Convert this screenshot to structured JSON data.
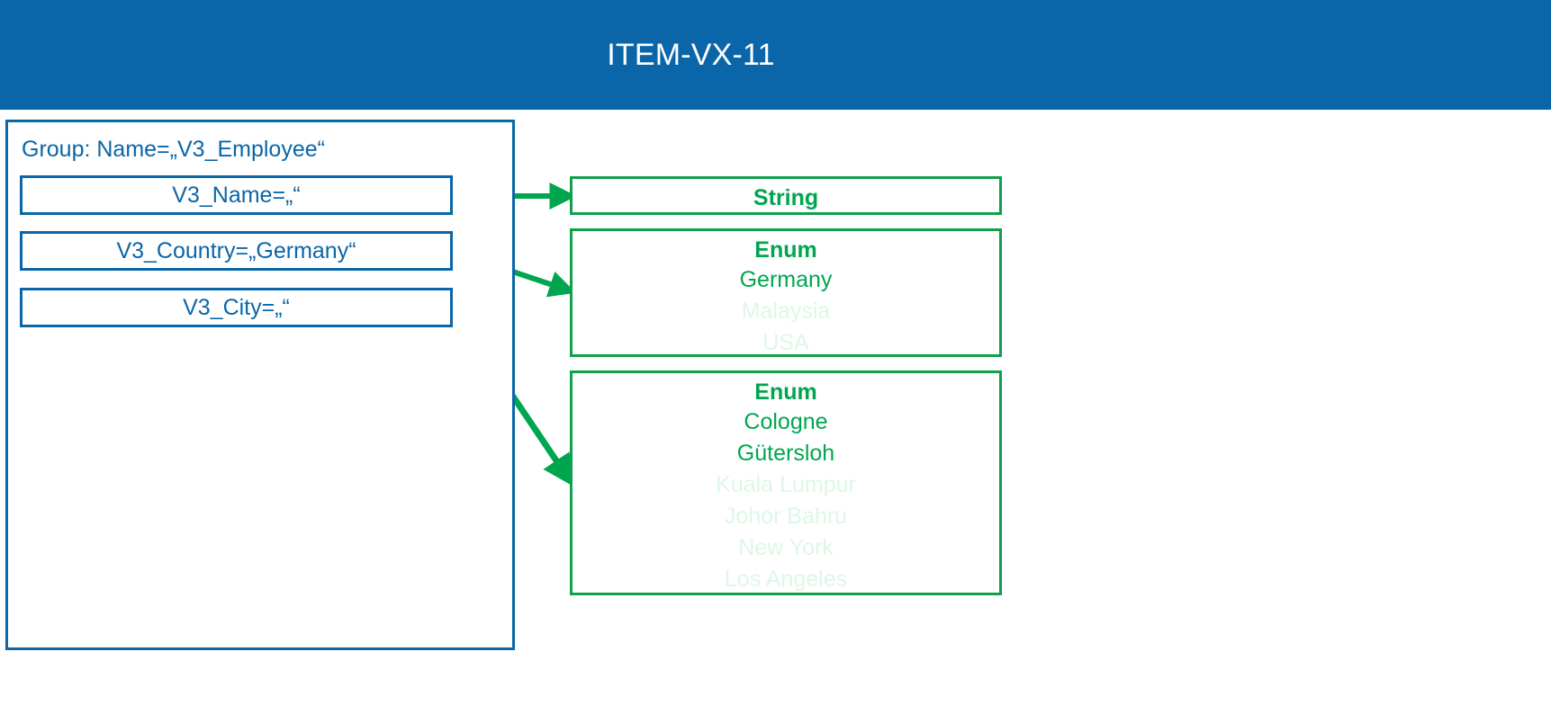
{
  "header": {
    "title": "ITEM-VX-11",
    "background_color": "#0a66a8",
    "text_color": "#ffffff"
  },
  "colors": {
    "blue": "#0a66a8",
    "green": "#00a64f",
    "green_border": "#10a04c",
    "green_dim": "#ddf7e7",
    "white": "#ffffff"
  },
  "group": {
    "label": "Group: Name=„V3_Employee“",
    "attributes": [
      {
        "label": "V3_Name=„“",
        "name": "V3_Name",
        "value": ""
      },
      {
        "label": "V3_Country=„Germany“",
        "name": "V3_Country",
        "value": "Germany"
      },
      {
        "label": "V3_City=„“",
        "name": "V3_City",
        "value": ""
      }
    ]
  },
  "types": [
    {
      "kind": "String",
      "title": "String",
      "items": []
    },
    {
      "kind": "Enum",
      "title": "Enum",
      "items": [
        {
          "label": "Germany",
          "state": "active"
        },
        {
          "label": "Malaysia",
          "state": "dim"
        },
        {
          "label": "USA",
          "state": "dim"
        }
      ]
    },
    {
      "kind": "Enum",
      "title": "Enum",
      "items": [
        {
          "label": "Cologne",
          "state": "active"
        },
        {
          "label": "Gütersloh",
          "state": "active"
        },
        {
          "label": "Kuala Lumpur",
          "state": "dim"
        },
        {
          "label": "Johor Bahru",
          "state": "dim"
        },
        {
          "label": "New York",
          "state": "dim"
        },
        {
          "label": "Los Angeles",
          "state": "dim"
        }
      ]
    }
  ],
  "connections": [
    {
      "from": "V3_Name",
      "to": "String"
    },
    {
      "from": "V3_Country",
      "to": "Enum-Country"
    },
    {
      "from": "V3_City",
      "to": "Enum-City"
    }
  ]
}
